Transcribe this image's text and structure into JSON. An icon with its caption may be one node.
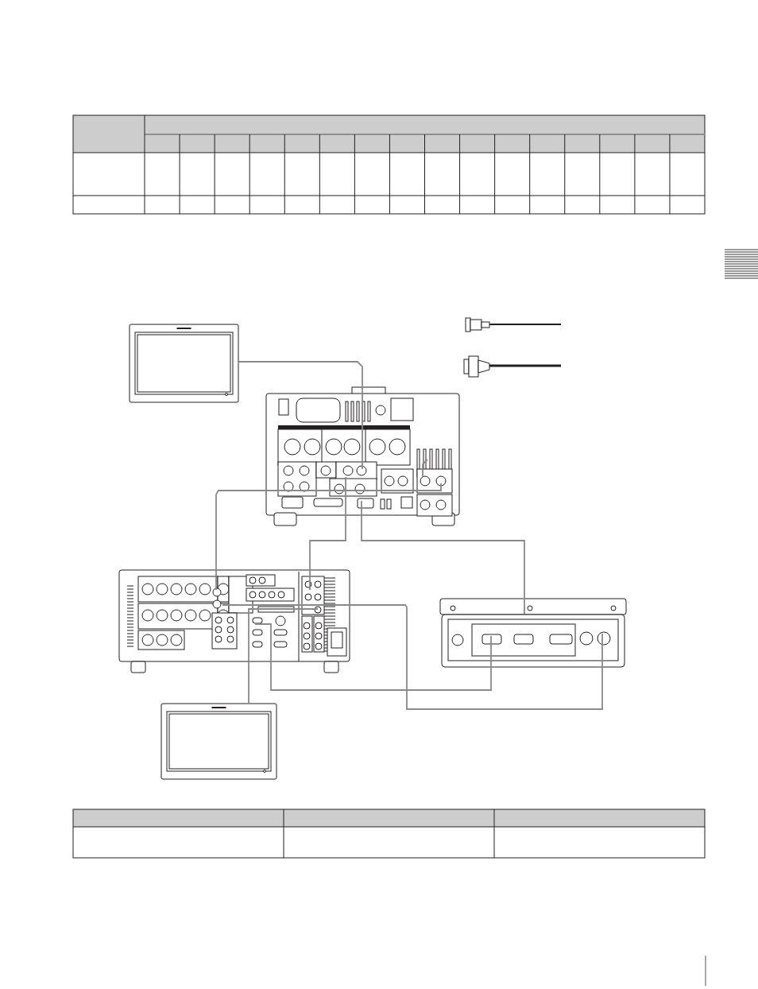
{
  "diagram": {
    "nodes": [
      {
        "text": [],
        "shape": "picture"
      },
      {
        "text": [],
        "shape": "picture"
      },
      {
        "text": [],
        "shape": "picture"
      },
      {
        "text": [],
        "shape": "picture"
      },
      {
        "text": [],
        "shape": "picture"
      }
    ],
    "edges": [
      {
        "from": 0,
        "to": 1,
        "arrow": "none"
      },
      {
        "from": 1,
        "to": 2,
        "arrow": "none"
      },
      {
        "from": 1,
        "to": 3,
        "arrow": "none"
      },
      {
        "from": 1,
        "to": 2,
        "arrow": "none"
      },
      {
        "from": 2,
        "to": 3,
        "arrow": "none"
      },
      {
        "from": 2,
        "to": 3,
        "arrow": "none"
      },
      {
        "from": 2,
        "to": 4,
        "arrow": "none"
      },
      {
        "from": null,
        "to": 1,
        "arrow": "none"
      }
    ]
  }
}
